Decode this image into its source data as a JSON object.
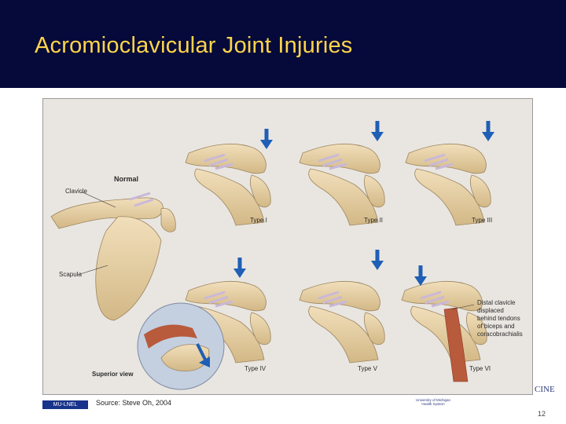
{
  "slide": {
    "title": "Acromioclavicular Joint Injuries",
    "page_number": "12"
  },
  "figure": {
    "labels": {
      "normal": "Normal",
      "clavicle": "Clavicle",
      "scapula": "Scapula",
      "superior_view": "Superior view",
      "type_1": "Type I",
      "type_2": "Type II",
      "type_3": "Type III",
      "type_4": "Type IV",
      "type_5": "Type V",
      "type_6": "Type VI",
      "type_6_note": [
        "Distal clavicle",
        "displaced",
        "behind tendons",
        "of biceps and",
        "coracobrachialis"
      ]
    }
  },
  "footer": {
    "source": "Source: Steve Oh, 2004",
    "left_logo_text": "MU-LNEL",
    "umich_logo_text": [
      "University of Michigan",
      "Health System"
    ],
    "partial_text": "CINE"
  },
  "colors": {
    "header_bg": "#050a3a",
    "title_color": "#ffd54a",
    "bone": "#e8d2a6",
    "ligament": "#c9b8d8",
    "arrow": "#1f5fb5",
    "muscle": "#b85a3c"
  }
}
